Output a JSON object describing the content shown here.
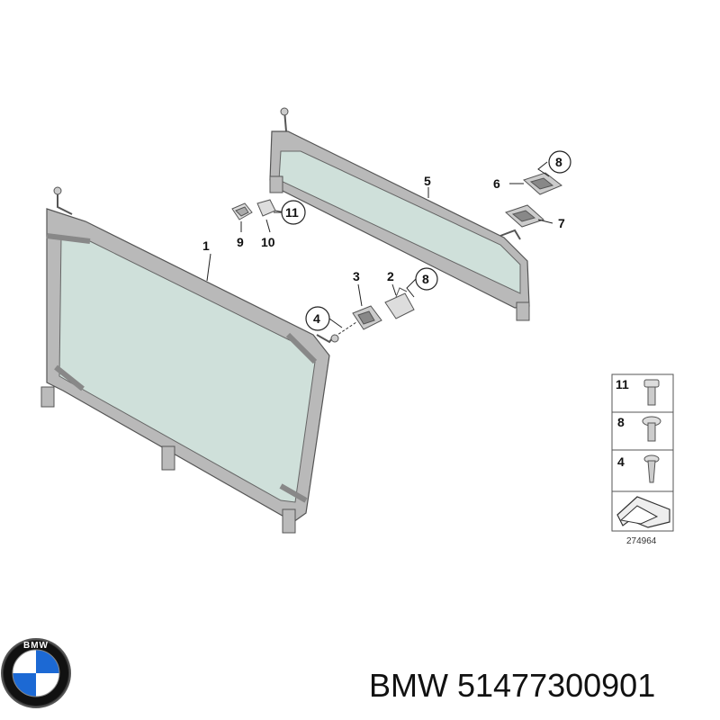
{
  "diagram": {
    "callouts": {
      "c1": "1",
      "c2": "2",
      "c3": "3",
      "c4": "4",
      "c5": "5",
      "c6": "6",
      "c7": "7",
      "c8a": "8",
      "c8b": "8",
      "c9": "9",
      "c10": "10",
      "c11": "11"
    },
    "legend": {
      "rows": [
        "11",
        "8",
        "4"
      ],
      "ref_number": "274964"
    },
    "colors": {
      "net_fill": "#cfe0da",
      "frame": "#9a9a9a",
      "outline": "#555555",
      "bracket": "#b5b5b5"
    }
  },
  "brand": {
    "logo_lettering": "BMW",
    "caption": "BMW 51477300901",
    "colors": {
      "blue": "#1c69d4",
      "black": "#111111",
      "white": "#ffffff"
    }
  }
}
